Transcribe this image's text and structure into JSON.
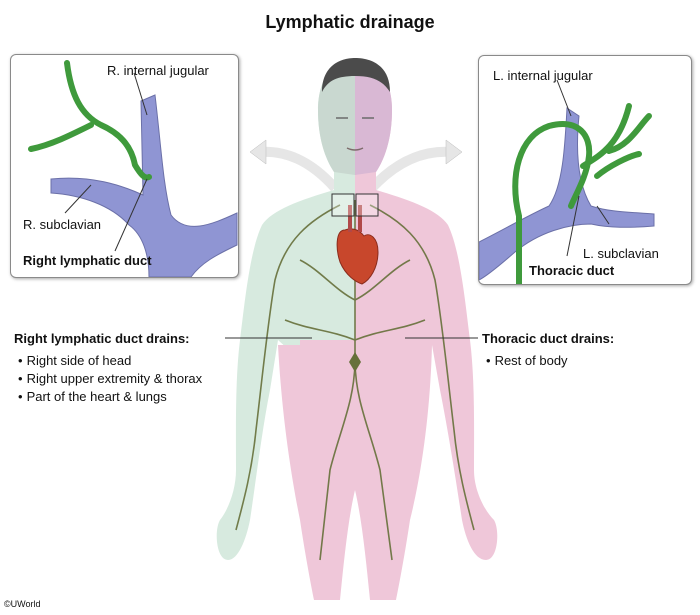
{
  "title": "Lymphatic drainage",
  "inset_right": {
    "internal_jugular": "R. internal jugular",
    "subclavian": "R. subclavian",
    "duct": "Right lymphatic duct"
  },
  "inset_left": {
    "internal_jugular": "L. internal jugular",
    "subclavian": "L. subclavian",
    "duct": "Thoracic duct"
  },
  "right_duct_drains": {
    "heading": "Right lymphatic duct drains:",
    "items": [
      "Right side of head",
      "Right upper extremity & thorax",
      "Part of the heart & lungs"
    ]
  },
  "thoracic_duct_drains": {
    "heading": "Thoracic duct drains:",
    "items": [
      "Rest of body"
    ]
  },
  "credit": "©UWorld",
  "colors": {
    "vein": "#8f95d3",
    "lymph": "#3f9a3c",
    "right_region": "#d7eadf",
    "left_region": "#efc7d9",
    "lymph_vessel": "#66703a",
    "heart": "#c8472c"
  }
}
